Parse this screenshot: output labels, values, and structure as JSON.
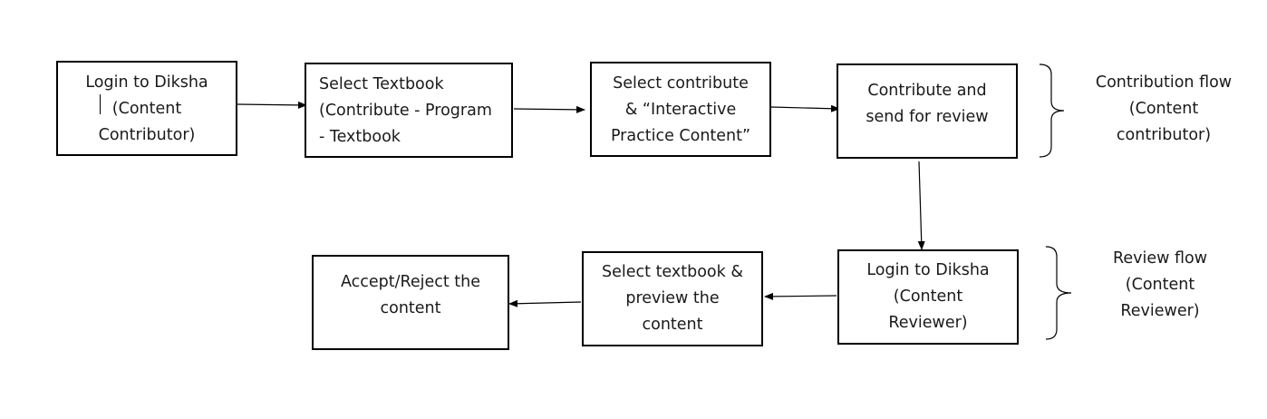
{
  "nodes": {
    "login_contributor": [
      "Login to Diksha",
      "(Content",
      "Contributor)"
    ],
    "select_textbook": [
      "Select Textbook",
      "(Contribute - Program",
      "- Textbook"
    ],
    "select_contribute": [
      "Select contribute",
      "& “Interactive",
      "Practice Content”"
    ],
    "contribute_send": [
      "Contribute and",
      "send for review"
    ],
    "login_reviewer": [
      "Login to Diksha",
      "(Content",
      "Reviewer)"
    ],
    "preview": [
      "Select textbook &",
      "preview the",
      "content"
    ],
    "accept_reject": [
      "Accept/Reject the",
      "content"
    ]
  },
  "flows": {
    "contribution": [
      "Contribution flow",
      "(Content",
      "contributor)"
    ],
    "review": [
      "Review flow",
      "(Content",
      "Reviewer)"
    ]
  }
}
